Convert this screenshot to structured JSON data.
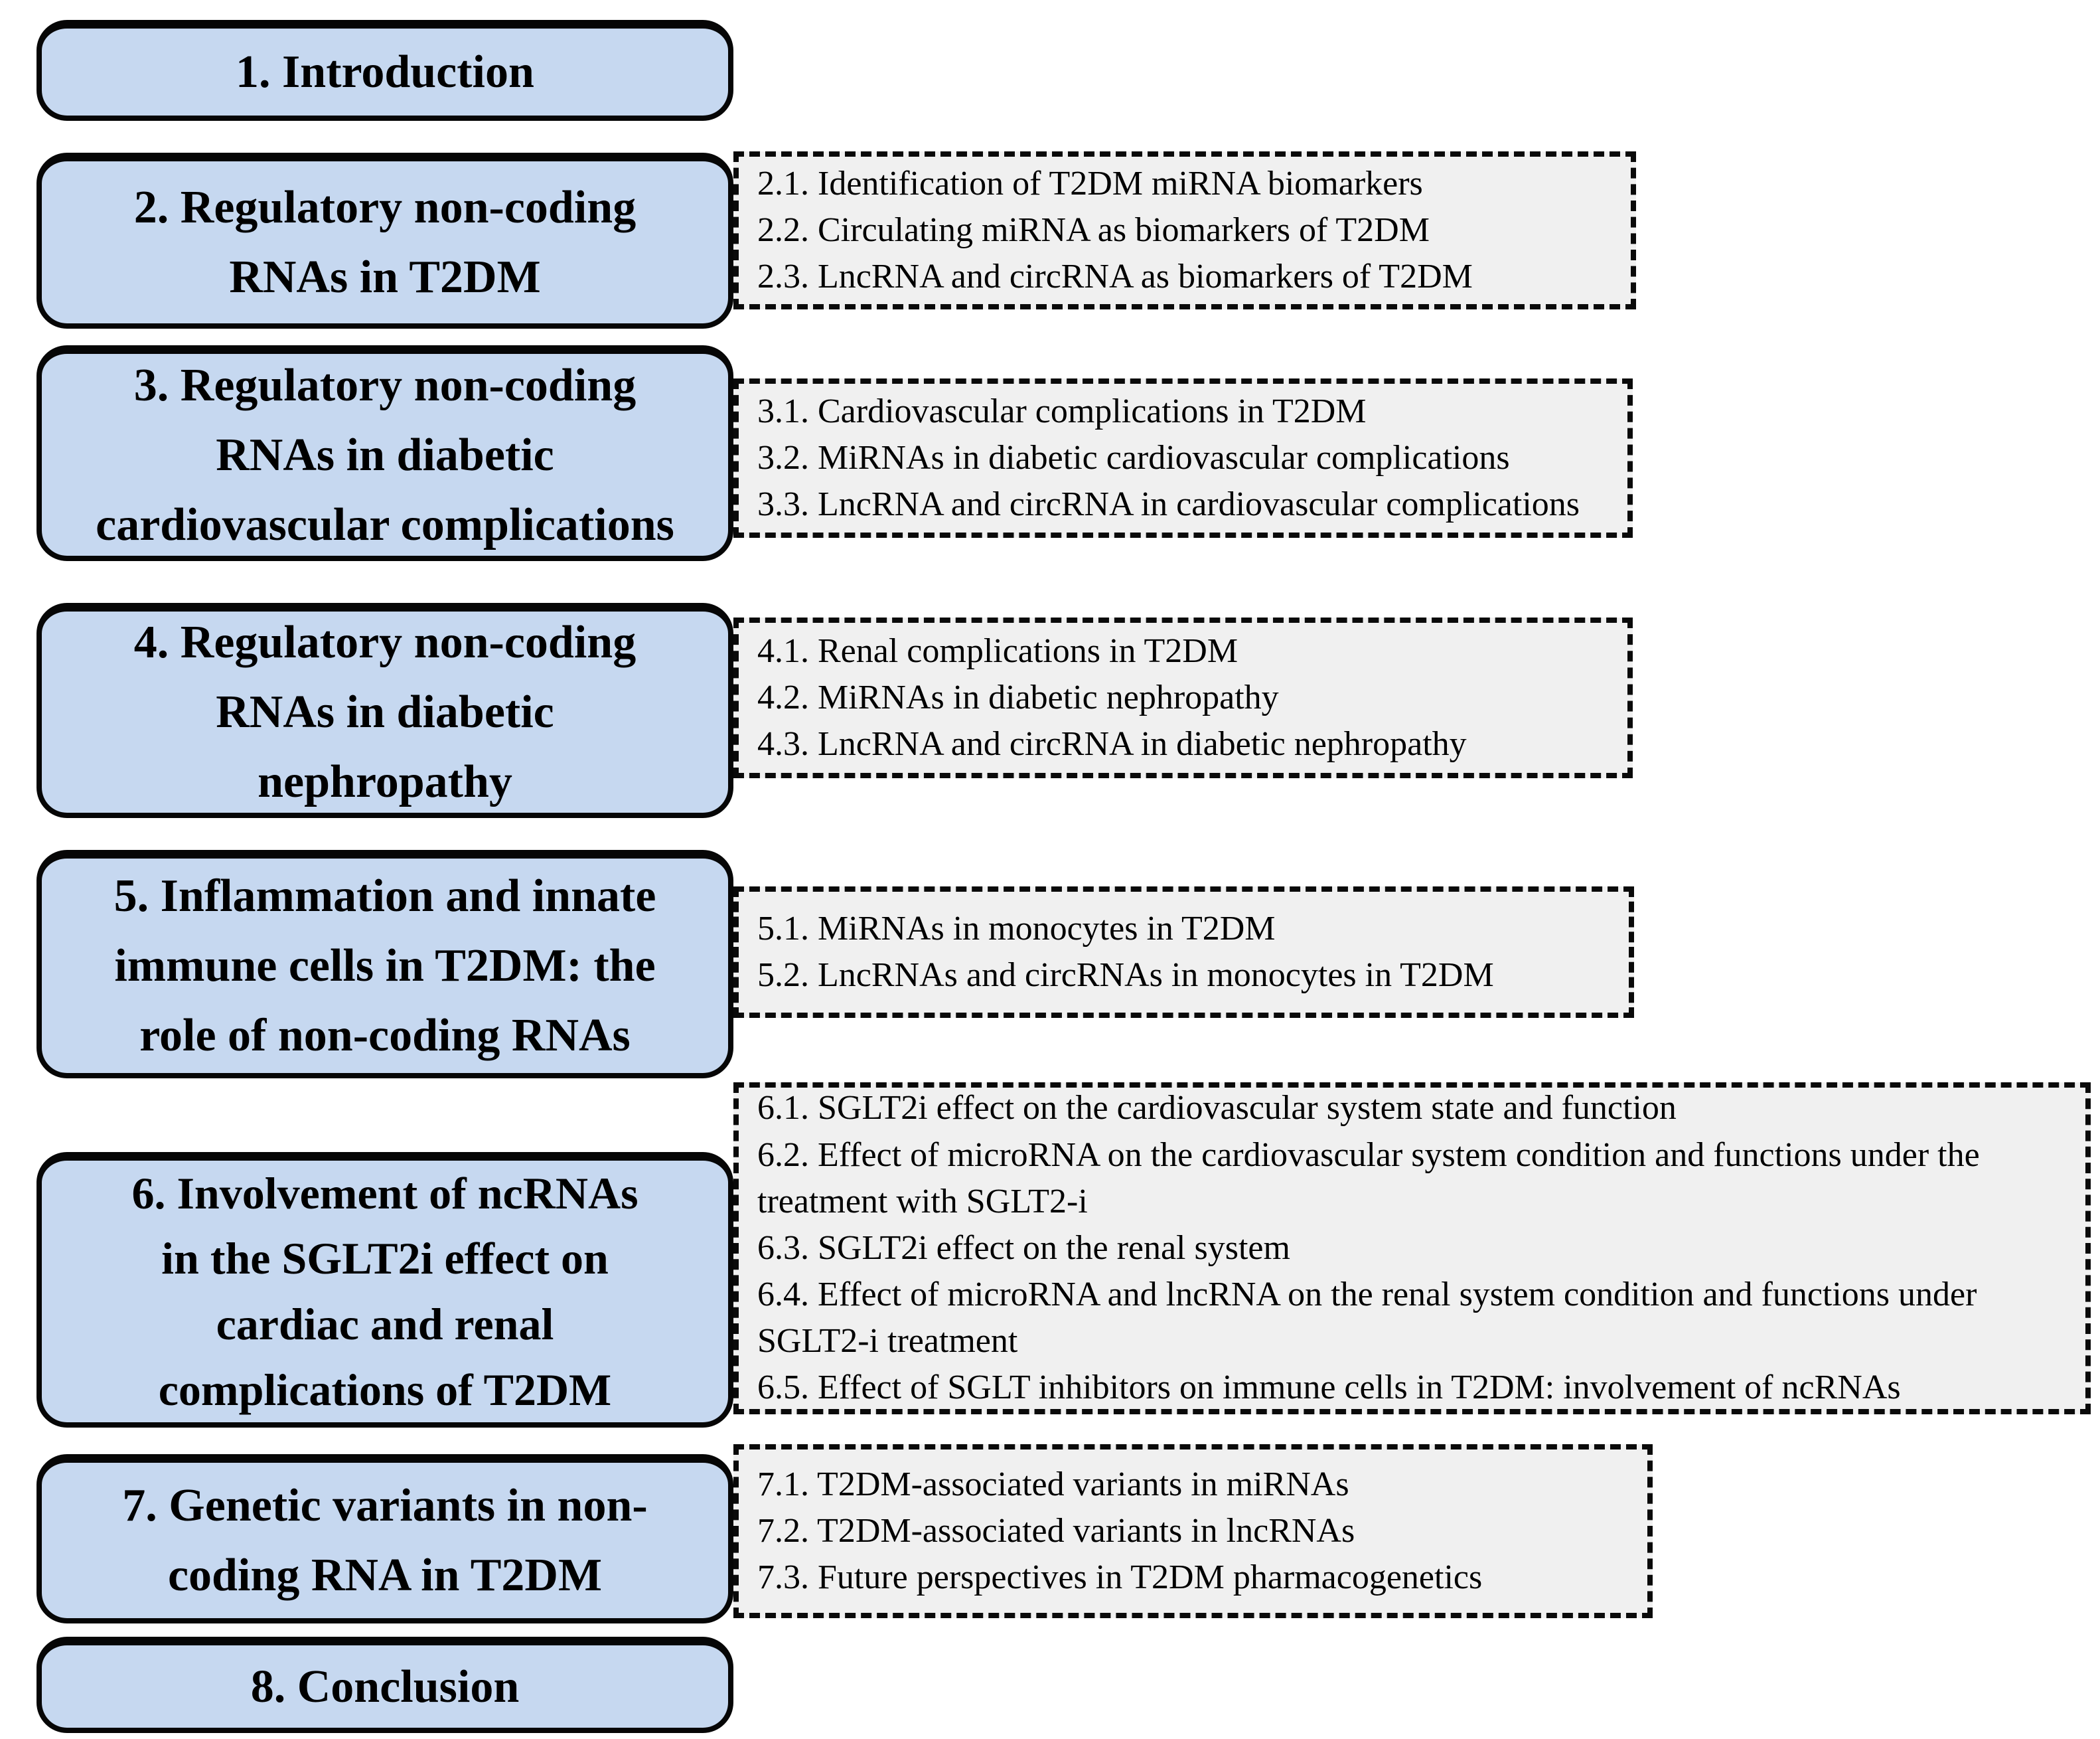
{
  "colors": {
    "section_box_fill": "#c6d8f0",
    "section_box_border": "#060606",
    "subsection_panel_fill": "#f0f0f0",
    "subsection_panel_border": "#0a0a0a",
    "text": "#000000"
  },
  "sections": [
    {
      "id": "1",
      "title_lines": [
        "1. Introduction"
      ],
      "subsections": []
    },
    {
      "id": "2",
      "title_lines": [
        "2. Regulatory non-coding",
        "RNAs in T2DM"
      ],
      "subsections": [
        "2.1. Identification of T2DM miRNA biomarkers",
        "2.2. Circulating miRNA as biomarkers of T2DM",
        "2.3. LncRNA and circRNA as biomarkers of T2DM"
      ]
    },
    {
      "id": "3",
      "title_lines": [
        "3. Regulatory non-coding",
        "RNAs in diabetic",
        "cardiovascular complications"
      ],
      "subsections": [
        "3.1. Cardiovascular complications in T2DM",
        "3.2. MiRNAs in diabetic cardiovascular complications",
        "3.3. LncRNA and circRNA in cardiovascular complications"
      ]
    },
    {
      "id": "4",
      "title_lines": [
        "4. Regulatory non-coding",
        "RNAs in diabetic",
        "nephropathy"
      ],
      "subsections": [
        "4.1. Renal complications in T2DM",
        "4.2. MiRNAs in diabetic nephropathy",
        "4.3. LncRNA and circRNA in diabetic nephropathy"
      ]
    },
    {
      "id": "5",
      "title_lines": [
        "5. Inflammation and innate",
        "immune cells in T2DM: the",
        "role of non-coding RNAs"
      ],
      "subsections": [
        "5.1. MiRNAs in monocytes in T2DM",
        "5.2. LncRNAs and circRNAs in monocytes in T2DM"
      ]
    },
    {
      "id": "6",
      "title_lines": [
        "6. Involvement of ncRNAs",
        "in the SGLT2i effect on",
        "cardiac and renal",
        "complications of T2DM"
      ],
      "subsections": [
        "6.1. SGLT2i effect on the cardiovascular system state and function",
        "6.2. Effect of microRNA on the cardiovascular system condition and functions under the treatment with SGLT2-i",
        "6.3. SGLT2i effect on the renal system",
        "6.4. Effect of microRNA and lncRNA on the renal system condition and functions under SGLT2-i treatment",
        "6.5. Effect of SGLT inhibitors on immune cells in T2DM: involvement of ncRNAs"
      ]
    },
    {
      "id": "7",
      "title_lines": [
        "7. Genetic variants in non-",
        "coding RNA in T2DM"
      ],
      "subsections": [
        "7.1. T2DM-associated variants in miRNAs",
        "7.2. T2DM-associated variants in lncRNAs",
        "7.3. Future perspectives in T2DM pharmacogenetics"
      ]
    },
    {
      "id": "8",
      "title_lines": [
        "8. Conclusion"
      ],
      "subsections": []
    }
  ]
}
